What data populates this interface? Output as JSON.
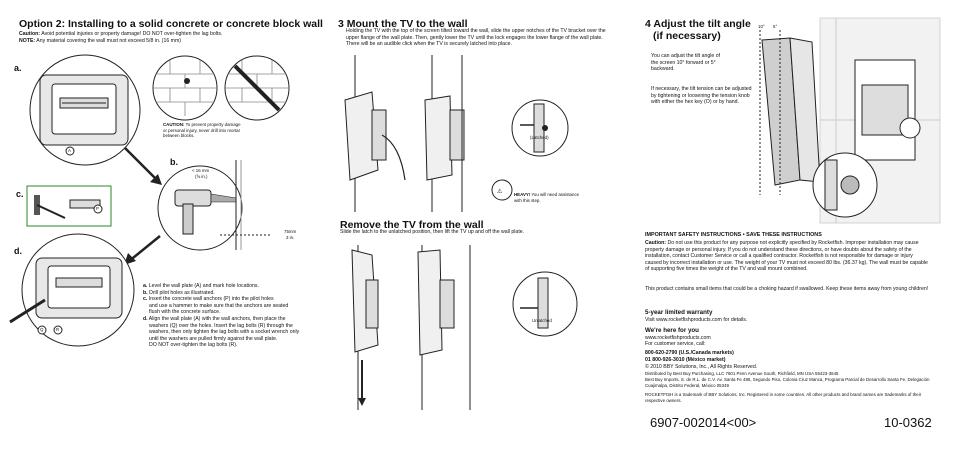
{
  "section_opt2": {
    "title": "Option 2: Installing to a solid concrete or concrete block wall",
    "caution_label": "Caution:",
    "caution_text": " Avoid potential injuries or property damage! DO NOT over-tighten the lag bolts.",
    "note_label": "NOTE:",
    "note_text": " Any material covering the wall must not exceed 5/8 in. (16 mm)",
    "step_a": "a.",
    "step_b": "b.",
    "step_c": "c.",
    "step_d": "d.",
    "caution2_label": "CAUTION:",
    "caution2_text": " To prevent property damage or personal injury, never drill into mortar between blocks.",
    "dim1": "< 16 mm",
    "dim1b": "(⅝ in.)",
    "dim2": "75mm",
    "dim2b": "3 in.",
    "instructions": [
      {
        "label": "a.",
        "text": " Level the wall plate (A) and mark hole locations."
      },
      {
        "label": "b.",
        "text": " Drill pilot holes as illustrated."
      },
      {
        "label": "c.",
        "text": " Insert the concrete wall anchors (P) into the pilot holes"
      },
      {
        "label": "",
        "text": "and use a hammer to make sure that the anchors are seated"
      },
      {
        "label": "",
        "text": "flush with the concrete surface."
      },
      {
        "label": "d.",
        "text": " Align the wall plate (A) with the wall anchors, then place the"
      },
      {
        "label": "",
        "text": "washers (Q) over the holes. Insert the lag bolts (R) through the"
      },
      {
        "label": "",
        "text": "washers, then only tighten the lag bolts with a socket wrench only"
      },
      {
        "label": "",
        "text": "until the washers are pulled firmly against the wall plate."
      },
      {
        "label": "",
        "text": "DO NOT over-tighten the lag bolts (R)."
      }
    ],
    "part_labels": {
      "a": "A",
      "p": "P",
      "q": "Q",
      "r": "R"
    }
  },
  "section_mount": {
    "title": "3 Mount the TV to the wall",
    "text": "Holding the TV with the top of the screen tilted toward the wall, slide the upper notches of the TV bracket over the upper flange of the wall plate. Then, gently lower the TV until the lock engages the lower flange of the wall plate. There will be an audible click when the TV is securely latched into place.",
    "latched": "(Latched)",
    "heavy_label": "HEAVY!",
    "heavy_text": " You will need assistance with this step."
  },
  "section_remove": {
    "title": "Remove the TV from the wall",
    "text": "Slide the latch to the unlatched position, then lift the TV up and off the wall plate.",
    "unlatched": "Unlatched"
  },
  "section_tilt": {
    "title_line1": "4 Adjust the tilt angle",
    "title_line2": "(if necessary)",
    "p1": "You can adjust the tilt angle of the screen 10° forward or 5° backward.",
    "p2": "If necessary, the tilt tension can be adjusted by tightening or loosening the tension knob with either the hex key (O) or by hand.",
    "angle1": "10°",
    "angle2": "5°"
  },
  "safety": {
    "title": "IMPORTANT SAFETY INSTRUCTIONS • SAVE THESE INSTRUCTIONS",
    "caution_label": "Caution:",
    "caution_text": " Do not use this product for any purpose not explicitly specified by Rocketfish. Improper installation may cause property damage or personal injury. If you do not understand these directions, or have doubts about the safety of the installation, contact Customer Service or call a qualified contractor. Rocketfish is not responsible for damage or injury caused by incorrect installation or use. The weight of your TV must not exceed 80 lbs. (36.37 kg). The wall must be capable of supporting five times the weight of the TV and wall mount combined.",
    "choking": "This product contains small items that could be a choking hazard if swallowed. Keep these items away from young children!"
  },
  "warranty": {
    "title": "5-year limited warranty",
    "text": "Visit www.rocketfishproducts.com for details."
  },
  "contact": {
    "title": "We're here for you",
    "url": "www.rocketfishproducts.com",
    "cs": "For customer service, call:",
    "phone1": "800-620-2790 (U.S./Canada markets)",
    "phone2": "01 800-926-3010 (México market)",
    "copyright": "© 2010 BBY Solutions, Inc., All Rights Reserved.",
    "dist1": "Distributed by Best Buy Purchasing, LLC 7601 Penn Avenue South, Richfield, MN USA 55423-3645",
    "dist2": "Best Buy Imports, S. de R.L. de C.V. Av. Santa Fe 485, Segundo Piso, Colonia Cruz Manca, Programa Parcial de Desarrollo Santa Fe, Delegación Cuajimalpa, Distrito Federal, México 05349",
    "trademark": "ROCKETFISH is a trademark of BBY Solutions, Inc. Registered in some countries. All other products and brand names are trademarks of their respective owners."
  },
  "footer": {
    "code": "6907-002014<00>",
    "date": "10-0362"
  }
}
